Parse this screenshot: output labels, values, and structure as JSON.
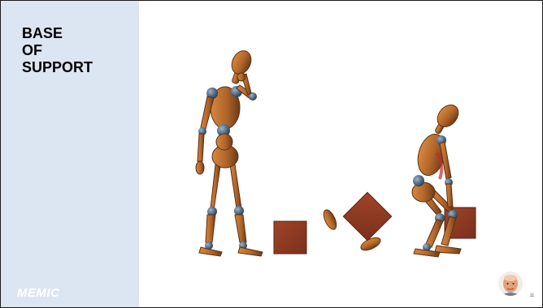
{
  "slide": {
    "title_lines": [
      "BASE",
      "OF",
      "SUPPORT"
    ],
    "logo_text": "MEMIC",
    "slide_number": "11"
  },
  "colors": {
    "sidebar": "#dce6f2",
    "mannequin_wood": "#b0652a",
    "joint_blue": "#4f6a86",
    "box": "#8c3a22"
  },
  "icons": {
    "presenter": "presenter-avatar-icon"
  }
}
